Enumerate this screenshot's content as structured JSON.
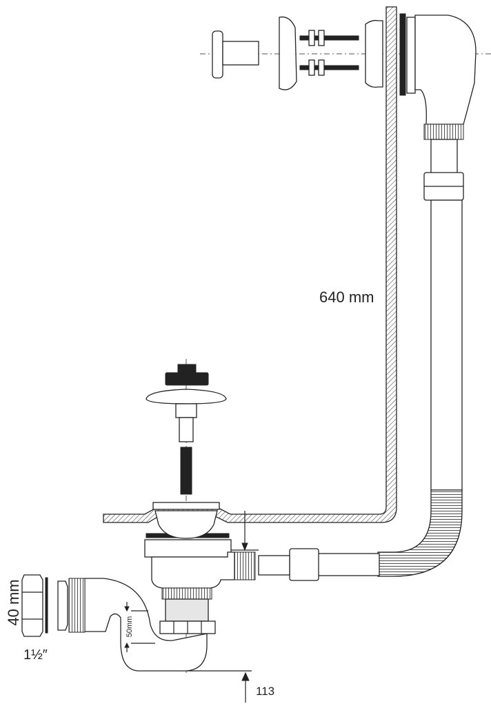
{
  "diagram": {
    "labels": {
      "overflow_length": "640 mm",
      "pipe_diameter": "40 mm",
      "thread_size": "1½″",
      "water_seal": "50mm",
      "trap_height": "113"
    }
  }
}
